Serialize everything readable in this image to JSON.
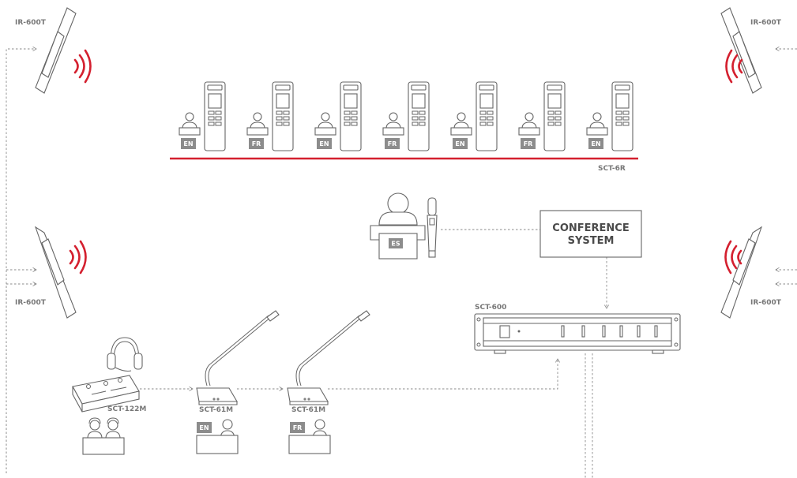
{
  "colors": {
    "accent": "#d4202f",
    "line": "#666666",
    "tag_fill": "#8c8c8c",
    "text": "#777777"
  },
  "labels": {
    "ir_top_left": "IR-600T",
    "ir_top_right": "IR-600T",
    "ir_mid_left": "IR-600T",
    "ir_mid_right": "IR-600T",
    "sct6r": "SCT-6R",
    "sct600": "SCT-600",
    "sct122m": "SCT-122M",
    "sct61m_1": "SCT-61M",
    "sct61m_2": "SCT-61M",
    "conf_line1": "CONFERENCE",
    "conf_line2": "SYSTEM",
    "speaker_lang": "ES"
  },
  "receivers": [
    {
      "lang": "EN"
    },
    {
      "lang": "FR"
    },
    {
      "lang": "EN"
    },
    {
      "lang": "FR"
    },
    {
      "lang": "EN"
    },
    {
      "lang": "FR"
    },
    {
      "lang": "EN"
    }
  ],
  "booth_langs": {
    "booth1": "EN",
    "booth2": "FR"
  }
}
